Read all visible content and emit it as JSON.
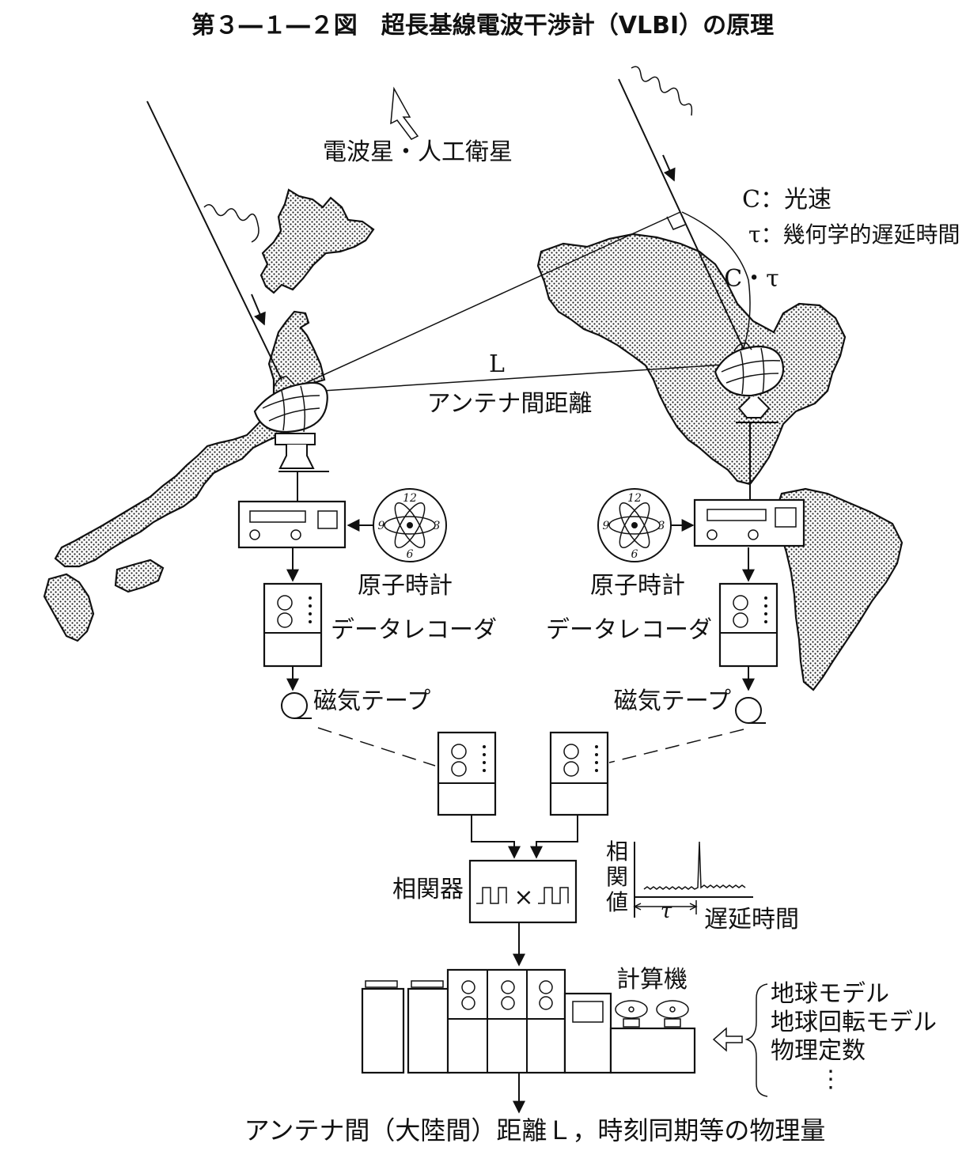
{
  "title": "第３―１―２図　超長基線電波干渉計（VLBI）の原理",
  "source_label": "電波星・人工衛星",
  "legend": {
    "c": "C：光速",
    "tau": "τ：幾何学的遅延時間"
  },
  "path_difference_label": "C・τ",
  "baseline": {
    "symbol": "L",
    "label": "アンテナ間距離"
  },
  "left_station": {
    "atomic_clock": "原子時計",
    "data_recorder": "データレコーダ",
    "magnetic_tape": "磁気テープ",
    "clock_numbers": [
      "12",
      "3",
      "6",
      "9"
    ]
  },
  "right_station": {
    "atomic_clock": "原子時計",
    "data_recorder": "データレコーダ",
    "magnetic_tape": "磁気テープ",
    "clock_numbers": [
      "12",
      "3",
      "6",
      "9"
    ]
  },
  "correlator": {
    "label": "相関器",
    "operator": "×"
  },
  "correlation_plot": {
    "ylabel": "相関値",
    "xlabel": "遅延時間",
    "tau": "τ"
  },
  "computer": {
    "label": "計算機"
  },
  "models": [
    "地球モデル",
    "地球回転モデル",
    "物理定数",
    "⋮"
  ],
  "result": "アンテナ間（大陸間）距離Ｌ，時刻同期等の物理量"
}
